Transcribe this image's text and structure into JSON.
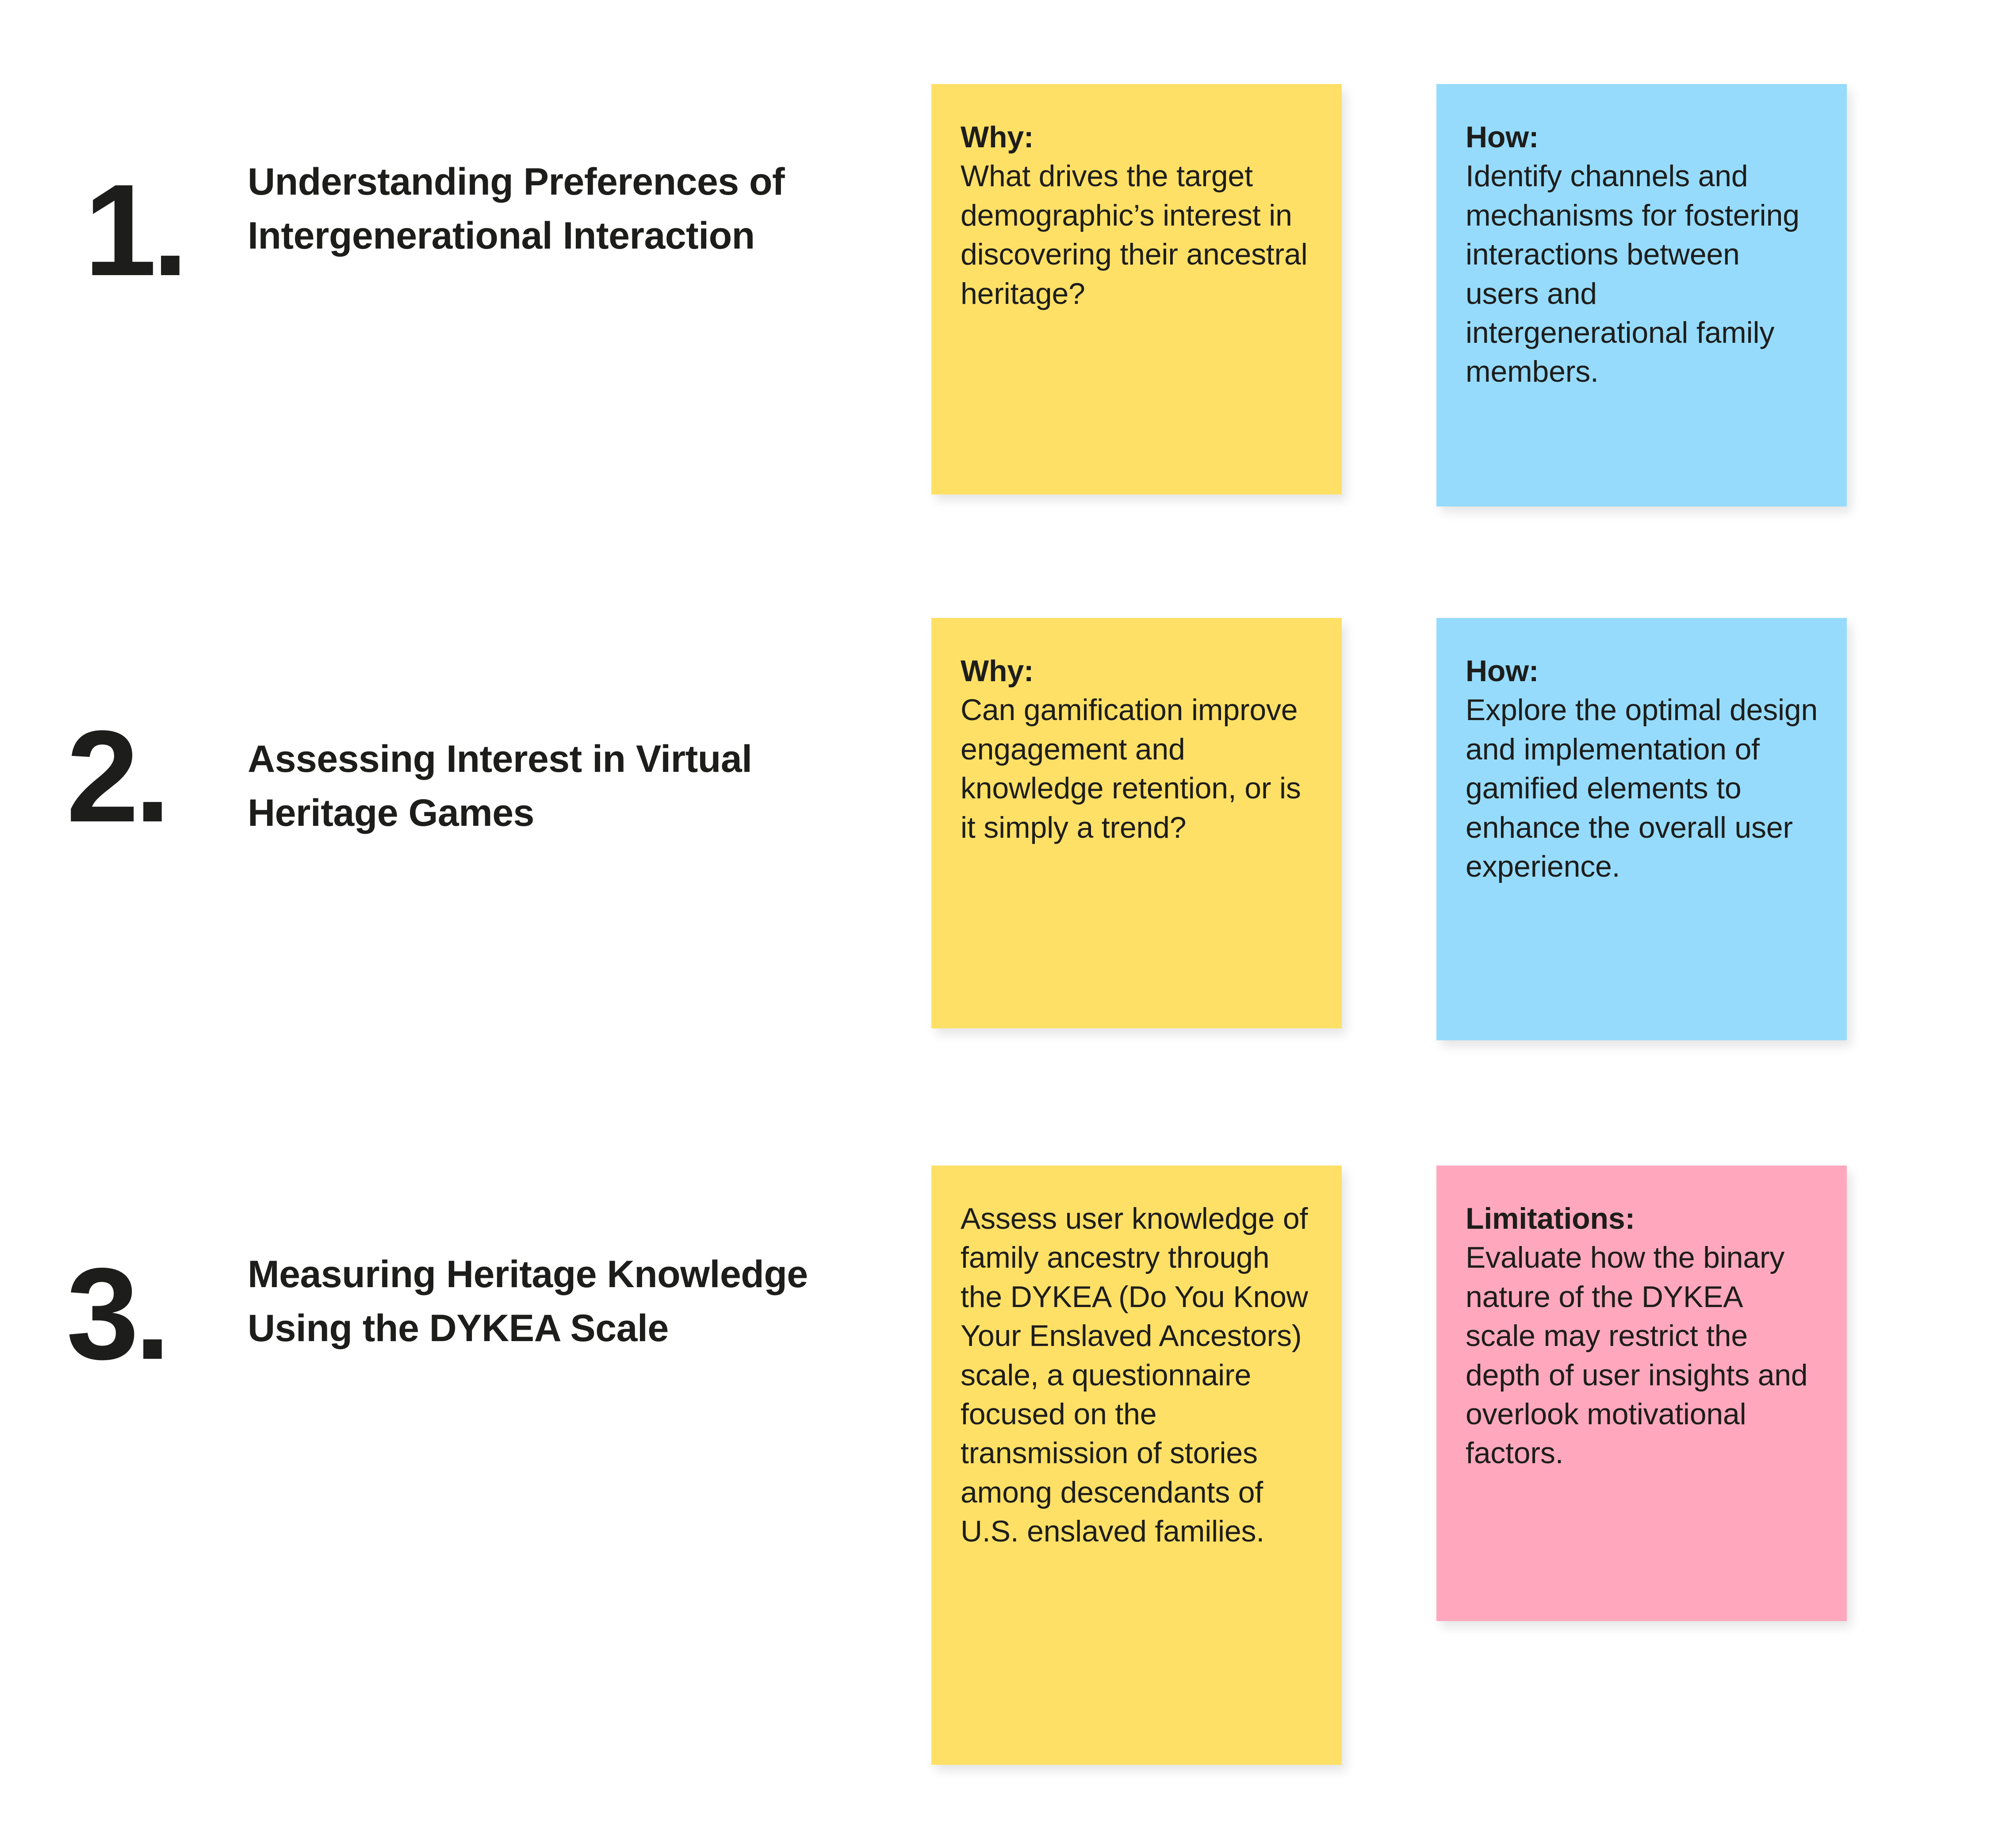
{
  "background_color": "#ffffff",
  "palette": {
    "yellow": "#FFE066",
    "blue": "#96DBFC",
    "pink": "#FFA8BD",
    "text": "#1d1d1b"
  },
  "rows": [
    {
      "numeral": "1.",
      "headline": "Understanding Preferences of Intergenerational Interaction",
      "why": {
        "label": "Why:",
        "body": "What drives the target demographic’s interest in discovering their ancestral heritage?",
        "color": "#FFE066"
      },
      "how": {
        "label": "How:",
        "body": "Identify channels and mechanisms for fostering interactions between users and intergenerational family members.",
        "color": "#96DBFC"
      }
    },
    {
      "numeral": "2.",
      "headline": "Assessing Interest in Virtual Heritage Games",
      "why": {
        "label": "Why:",
        "body": "Can gamification improve engagement and knowledge retention, or is it simply a trend?",
        "color": "#FFE066"
      },
      "how": {
        "label": "How:",
        "body": "Explore the optimal design and implementation of gamified elements to enhance the overall user experience.",
        "color": "#96DBFC"
      }
    },
    {
      "numeral": "3.",
      "headline": "Measuring Heritage Knowledge Using the DYKEA Scale",
      "why": {
        "label": "",
        "body": "Assess user knowledge of family ancestry through the DYKEA (Do You Know Your Enslaved Ancestors) scale, a questionnaire focused on the transmission of stories among descendants of U.S. enslaved families.",
        "color": "#FFE066"
      },
      "how": {
        "label": "Limitations:",
        "body": "Evaluate how the binary nature of the DYKEA scale may restrict the depth of user insights and overlook motivational factors.",
        "color": "#FFA8BD"
      }
    }
  ]
}
